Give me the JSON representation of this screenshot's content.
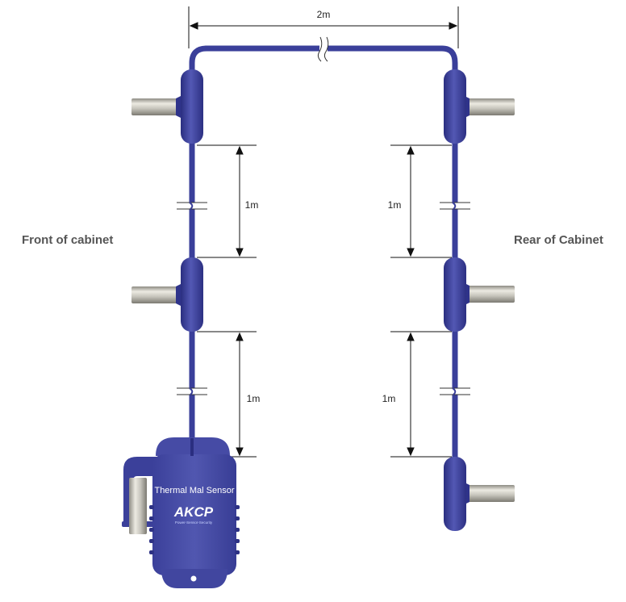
{
  "labels": {
    "front": "Front of cabinet",
    "rear": "Rear of Cabinet"
  },
  "dimensions": {
    "top_span": "2m",
    "left_upper": "1m",
    "left_lower": "1m",
    "right_upper": "1m",
    "right_lower": "1m"
  },
  "sensor_unit": {
    "name": "Thermal Mal Sensor",
    "logo": "AKCP",
    "tagline": "Power-Sensor-Security"
  },
  "colors": {
    "cable": "#3a3f9a",
    "cable_dark": "#262a78",
    "body": "#4a4fa8",
    "probe": "#c8c6bc",
    "dimension_line": "#111111"
  }
}
